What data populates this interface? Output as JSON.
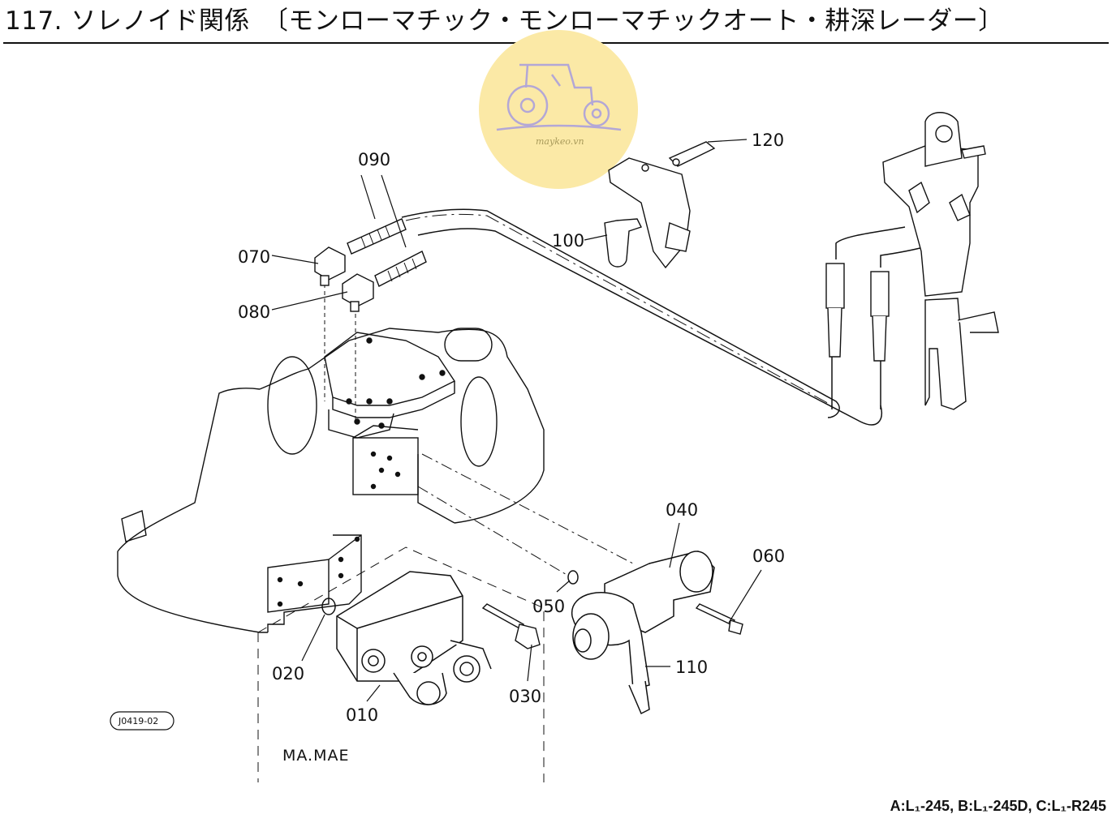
{
  "page": {
    "title": "117. ソレノイド関係　〔モンローマチック・モンローマチックオート・耕深レーダー〕",
    "drawing_ref": "J0419-02",
    "variant_note": "MA.MAE",
    "models_line": "A:L₁-245,  B:L₁-245D,  C:L₁-R245"
  },
  "watermark": {
    "text": "maykeo.vn",
    "color": "#fbe9a6"
  },
  "callouts": [
    {
      "id": "010",
      "label": "010"
    },
    {
      "id": "020",
      "label": "020"
    },
    {
      "id": "030",
      "label": "030"
    },
    {
      "id": "040",
      "label": "040"
    },
    {
      "id": "050",
      "label": "050"
    },
    {
      "id": "060",
      "label": "060"
    },
    {
      "id": "070",
      "label": "070"
    },
    {
      "id": "080",
      "label": "080"
    },
    {
      "id": "090",
      "label": "090"
    },
    {
      "id": "100",
      "label": "100"
    },
    {
      "id": "110",
      "label": "110"
    },
    {
      "id": "120",
      "label": "120"
    }
  ]
}
